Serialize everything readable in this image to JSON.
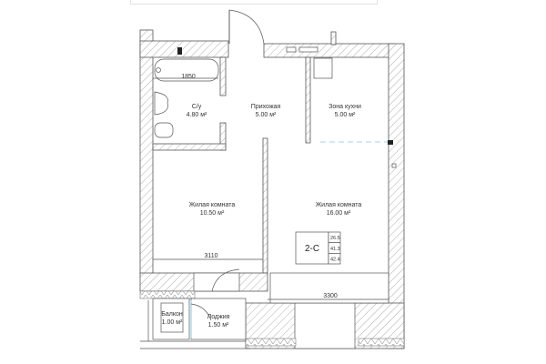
{
  "plan": {
    "unit": {
      "code": "2-C",
      "values": [
        "26.5",
        "41.3",
        "42.4"
      ]
    },
    "rooms": [
      {
        "id": "bathroom",
        "name": "С/у",
        "area": "4.80 м²"
      },
      {
        "id": "hallway",
        "name": "Прихожая",
        "area": "5.00 м²"
      },
      {
        "id": "kitchen",
        "name": "Зона кухни",
        "area": "5.00 м²"
      },
      {
        "id": "living-room-1",
        "name": "Жилая комната",
        "area": "10.50 м²"
      },
      {
        "id": "living-room-2",
        "name": "Жилая комната",
        "area": "16.00 м²"
      },
      {
        "id": "balcony",
        "name": "Балкон",
        "area": "1.00 м²"
      },
      {
        "id": "loggia",
        "name": "Лоджия",
        "area": "1.50 м²"
      }
    ],
    "dimensions": {
      "bathtub": "1850",
      "room1_width": "3110",
      "room2_width": "3300"
    },
    "colors": {
      "wall_stroke": "#555555",
      "kitchen_divider": "#8ec5e6",
      "background": "#ffffff"
    }
  }
}
